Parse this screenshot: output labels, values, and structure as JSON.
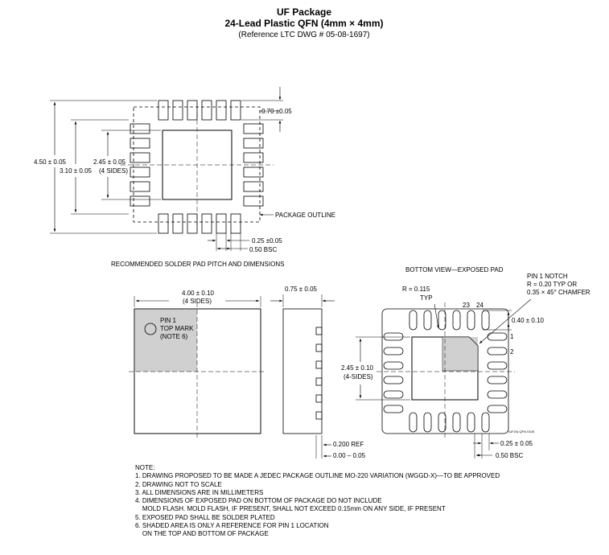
{
  "header": {
    "title": "UF Package",
    "subtitle": "24-Lead Plastic QFN (4mm × 4mm)",
    "reference": "(Reference LTC DWG # 05-08-1697)"
  },
  "solder_pad_view": {
    "dim_pad_length": "0.70 ±0.05",
    "dim_outer": "4.50 ± 0.05",
    "dim_inner": "3.10 ± 0.05",
    "dim_center": "2.45 ± 0.05",
    "dim_center_note": "(4 SIDES)",
    "package_outline_label": "PACKAGE OUTLINE",
    "dim_pad_width": "0.25 ±0.05",
    "dim_pitch": "0.50 BSC",
    "caption": "RECOMMENDED SOLDER PAD PITCH AND DIMENSIONS"
  },
  "top_view": {
    "dim_width": "4.00 ± 0.10",
    "dim_width_note": "(4 SIDES)",
    "pin1_line1": "PIN 1",
    "pin1_line2": "TOP MARK",
    "pin1_line3": "(NOTE 6)"
  },
  "side_view": {
    "dim_height": "0.75 ± 0.05",
    "dim_ref": "0.200 REF",
    "dim_standoff": "0.00 – 0.05"
  },
  "bottom_view": {
    "title": "BOTTOM VIEW—EXPOSED PAD",
    "notch_line1": "PIN 1 NOTCH",
    "notch_line2": "R = 0.20 TYP OR",
    "notch_line3": "0.35 × 45° CHAMFER",
    "radius_line1": "R = 0.115",
    "radius_line2": "TYP",
    "pin_23": "23",
    "pin_24": "24",
    "pin_1": "1",
    "pin_2": "2",
    "dim_lead_length": "0.40 ± 0.10",
    "dim_pad": "2.45 ± 0.10",
    "dim_pad_note": "(4-SIDES)",
    "dwg_code": "(UF24) QFN 0105",
    "dim_lead_width": "0.25 ± 0.05",
    "dim_pitch": "0.50 BSC"
  },
  "notes": {
    "heading": "NOTE:",
    "items": [
      "1. DRAWING PROPOSED TO BE MADE A JEDEC PACKAGE OUTLINE MO-220 VARIATION (WGGD-X)—TO BE APPROVED",
      "2. DRAWING NOT TO SCALE",
      "3. ALL DIMENSIONS ARE IN MILLIMETERS",
      "4. DIMENSIONS OF EXPOSED PAD ON BOTTOM OF PACKAGE DO NOT INCLUDE",
      "    MOLD FLASH. MOLD FLASH, IF PRESENT, SHALL NOT EXCEED 0.15mm ON ANY SIDE, IF PRESENT",
      "5. EXPOSED PAD SHALL BE SOLDER PLATED",
      "6. SHADED AREA IS ONLY A REFERENCE FOR PIN 1 LOCATION",
      "    ON THE TOP AND BOTTOM OF PACKAGE"
    ]
  }
}
